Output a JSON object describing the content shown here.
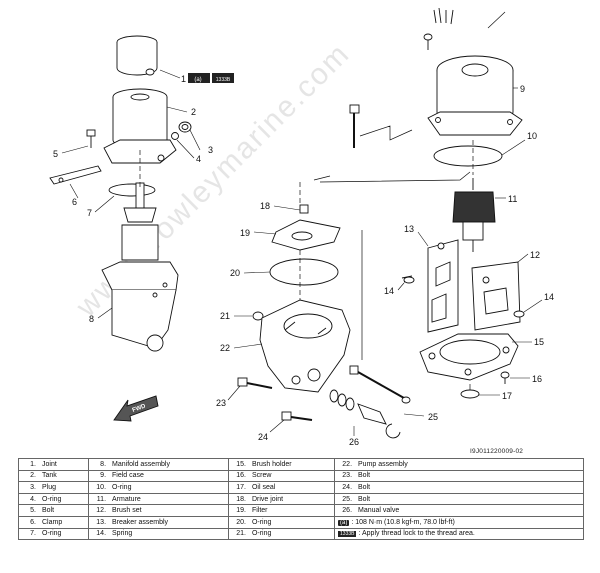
{
  "diagram": {
    "callouts": [
      "1",
      "2",
      "3",
      "4",
      "5",
      "6",
      "7",
      "8",
      "9",
      "10",
      "11",
      "12",
      "13",
      "14",
      "14",
      "15",
      "16",
      "17",
      "18",
      "19",
      "20",
      "21",
      "22",
      "23",
      "24",
      "25",
      "26"
    ],
    "fwd_label": "FWD",
    "reference_code": "I9J011220009-02",
    "icon_torque_label": "(a)",
    "icon_threadlock_label": "1333B"
  },
  "legend": {
    "rows": [
      [
        {
          "n": "1.",
          "t": "Joint"
        },
        {
          "n": "8.",
          "t": "Manifold assembly"
        },
        {
          "n": "15.",
          "t": "Brush holder"
        },
        {
          "n": "22.",
          "t": "Pump assembly"
        }
      ],
      [
        {
          "n": "2.",
          "t": "Tank"
        },
        {
          "n": "9.",
          "t": "Field case"
        },
        {
          "n": "16.",
          "t": "Screw"
        },
        {
          "n": "23.",
          "t": "Bolt"
        }
      ],
      [
        {
          "n": "3.",
          "t": "Plug"
        },
        {
          "n": "10.",
          "t": "O-ring"
        },
        {
          "n": "17.",
          "t": "Oil seal"
        },
        {
          "n": "24.",
          "t": "Bolt"
        }
      ],
      [
        {
          "n": "4.",
          "t": "O-ring"
        },
        {
          "n": "11.",
          "t": "Armature"
        },
        {
          "n": "18.",
          "t": "Drive joint"
        },
        {
          "n": "25.",
          "t": "Bolt"
        }
      ],
      [
        {
          "n": "5.",
          "t": "Bolt"
        },
        {
          "n": "12.",
          "t": "Brush set"
        },
        {
          "n": "19.",
          "t": "Filter"
        },
        {
          "n": "26.",
          "t": "Manual valve"
        }
      ],
      [
        {
          "n": "6.",
          "t": "Clamp"
        },
        {
          "n": "13.",
          "t": "Breaker assembly"
        },
        {
          "n": "20.",
          "t": "O-ring"
        }
      ],
      [
        {
          "n": "7.",
          "t": "O-ring"
        },
        {
          "n": "14.",
          "t": "Spring"
        },
        {
          "n": "21.",
          "t": "O-ring"
        }
      ]
    ],
    "torque_note": ": 108 N·m (10.8 kgf-m, 78.0 lbf-ft)",
    "threadlock_note": ": Apply thread lock to the thread area."
  },
  "watermark": "www.crowleymarine.com"
}
